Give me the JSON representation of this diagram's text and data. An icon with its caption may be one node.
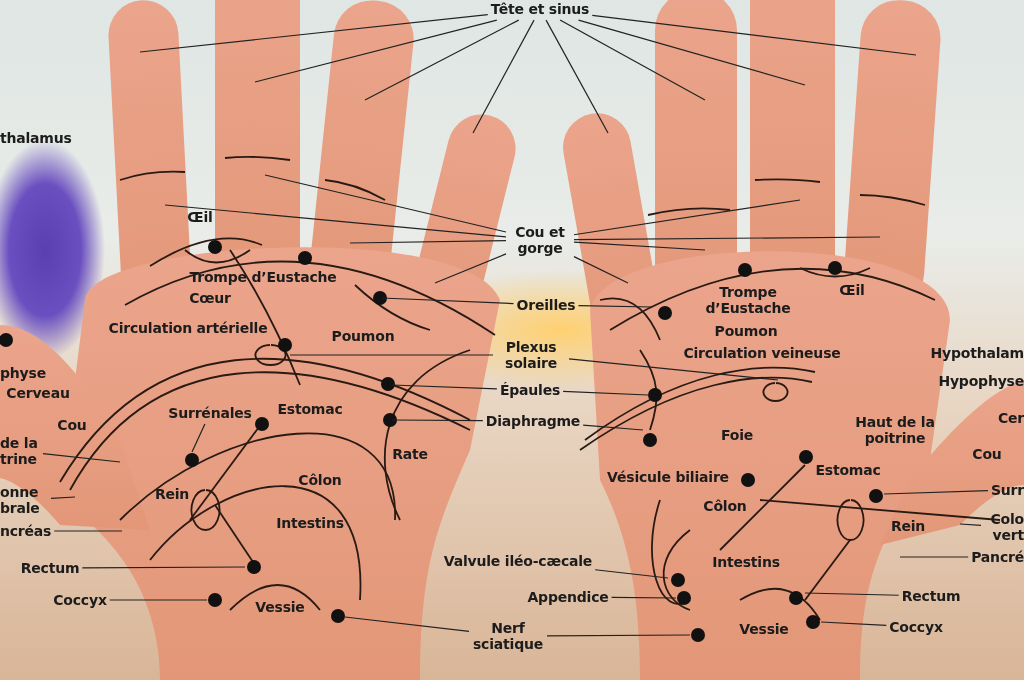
{
  "diagram": {
    "nodes": [
      {
        "text": [
          "Tête et sinus"
        ]
      },
      {
        "text": [
          "Cou et gorge"
        ]
      },
      {
        "text": [
          "Oreilles"
        ]
      },
      {
        "text": [
          "Plexus solaire"
        ]
      },
      {
        "text": [
          "Épaules"
        ]
      },
      {
        "text": [
          "Diaphragme"
        ]
      },
      {
        "text": [
          "Valvule iléo-cæcale"
        ]
      },
      {
        "text": [
          "Appendice"
        ]
      },
      {
        "text": [
          "Nerf sciatique"
        ]
      },
      {
        "text": [
          "Rectum"
        ]
      },
      {
        "text": [
          "Coccyx"
        ]
      },
      {
        "text": [
          "de la trine"
        ]
      },
      {
        "text": [
          "onne brale"
        ]
      },
      {
        "text": [
          "ncréas"
        ]
      },
      {
        "text": [
          "Surrénales"
        ]
      },
      {
        "text": [
          "Rectum"
        ]
      },
      {
        "text": [
          "Coccyx"
        ]
      },
      {
        "text": [
          "Pancré"
        ]
      },
      {
        "text": [
          "Colo vert"
        ]
      },
      {
        "text": [
          "Surr"
        ]
      }
    ],
    "edges": [
      {
        "from": 0,
        "to": null,
        "arrow": "none"
      },
      {
        "from": 0,
        "to": null,
        "arrow": "none"
      },
      {
        "from": 0,
        "to": null,
        "arrow": "none"
      },
      {
        "from": 0,
        "to": null,
        "arrow": "none"
      },
      {
        "from": 0,
        "to": null,
        "arrow": "none"
      },
      {
        "from": 0,
        "to": null,
        "arrow": "none"
      },
      {
        "from": 0,
        "to": null,
        "arrow": "none"
      },
      {
        "from": 0,
        "to": null,
        "arrow": "none"
      },
      {
        "from": 1,
        "to": null,
        "arrow": "none"
      },
      {
        "from": 1,
        "to": null,
        "arrow": "none"
      },
      {
        "from": 1,
        "to": null,
        "arrow": "none"
      },
      {
        "from": 1,
        "to": null,
        "arrow": "none"
      },
      {
        "from": 1,
        "to": null,
        "arrow": "none"
      },
      {
        "from": 1,
        "to": null,
        "arrow": "none"
      },
      {
        "from": 1,
        "to": null,
        "arrow": "none"
      },
      {
        "from": 1,
        "to": null,
        "arrow": "none"
      },
      {
        "from": 2,
        "to": null,
        "arrow": "none"
      },
      {
        "from": 2,
        "to": null,
        "arrow": "none"
      },
      {
        "from": 3,
        "to": null,
        "arrow": "none"
      },
      {
        "from": 3,
        "to": null,
        "arrow": "none"
      },
      {
        "from": 4,
        "to": null,
        "arrow": "none"
      },
      {
        "from": 4,
        "to": null,
        "arrow": "none"
      },
      {
        "from": 5,
        "to": null,
        "arrow": "none"
      },
      {
        "from": 5,
        "to": null,
        "arrow": "none"
      },
      {
        "from": 6,
        "to": null,
        "arrow": "none"
      },
      {
        "from": 7,
        "to": null,
        "arrow": "none"
      },
      {
        "from": 8,
        "to": null,
        "arrow": "none"
      },
      {
        "from": 8,
        "to": null,
        "arrow": "none"
      },
      {
        "from": 9,
        "to": null,
        "arrow": "none"
      },
      {
        "from": 10,
        "to": null,
        "arrow": "none"
      },
      {
        "from": 11,
        "to": null,
        "arrow": "none"
      },
      {
        "from": 12,
        "to": null,
        "arrow": "none"
      },
      {
        "from": 13,
        "to": null,
        "arrow": "none"
      },
      {
        "from": 14,
        "to": null,
        "arrow": "none"
      },
      {
        "from": 15,
        "to": null,
        "arrow": "none"
      },
      {
        "from": 16,
        "to": null,
        "arrow": "none"
      },
      {
        "from": 17,
        "to": null,
        "arrow": "none"
      },
      {
        "from": 18,
        "to": null,
        "arrow": "none"
      },
      {
        "from": 19,
        "to": null,
        "arrow": "none"
      }
    ],
    "labels": [
      "thalamus",
      "Œil",
      "Trompe d’Eustache",
      "Cœur",
      "Circulation artérielle",
      "Poumon",
      "physe",
      "Cerveau",
      "Estomac",
      "Cou",
      "Rein",
      "Rate",
      "Côlon",
      "Intestins",
      "Vessie",
      "Œil",
      "Trompe d’Eustache",
      "Poumon",
      "Circulation veineuse",
      "Hypothalam",
      "Hypophyse",
      "Cer",
      "Haut de la poitrine",
      "Foie",
      "Cou",
      "Estomac",
      "Vésicule biliaire",
      "Côlon",
      "Rein",
      "Intestins",
      "Vessie"
    ]
  }
}
